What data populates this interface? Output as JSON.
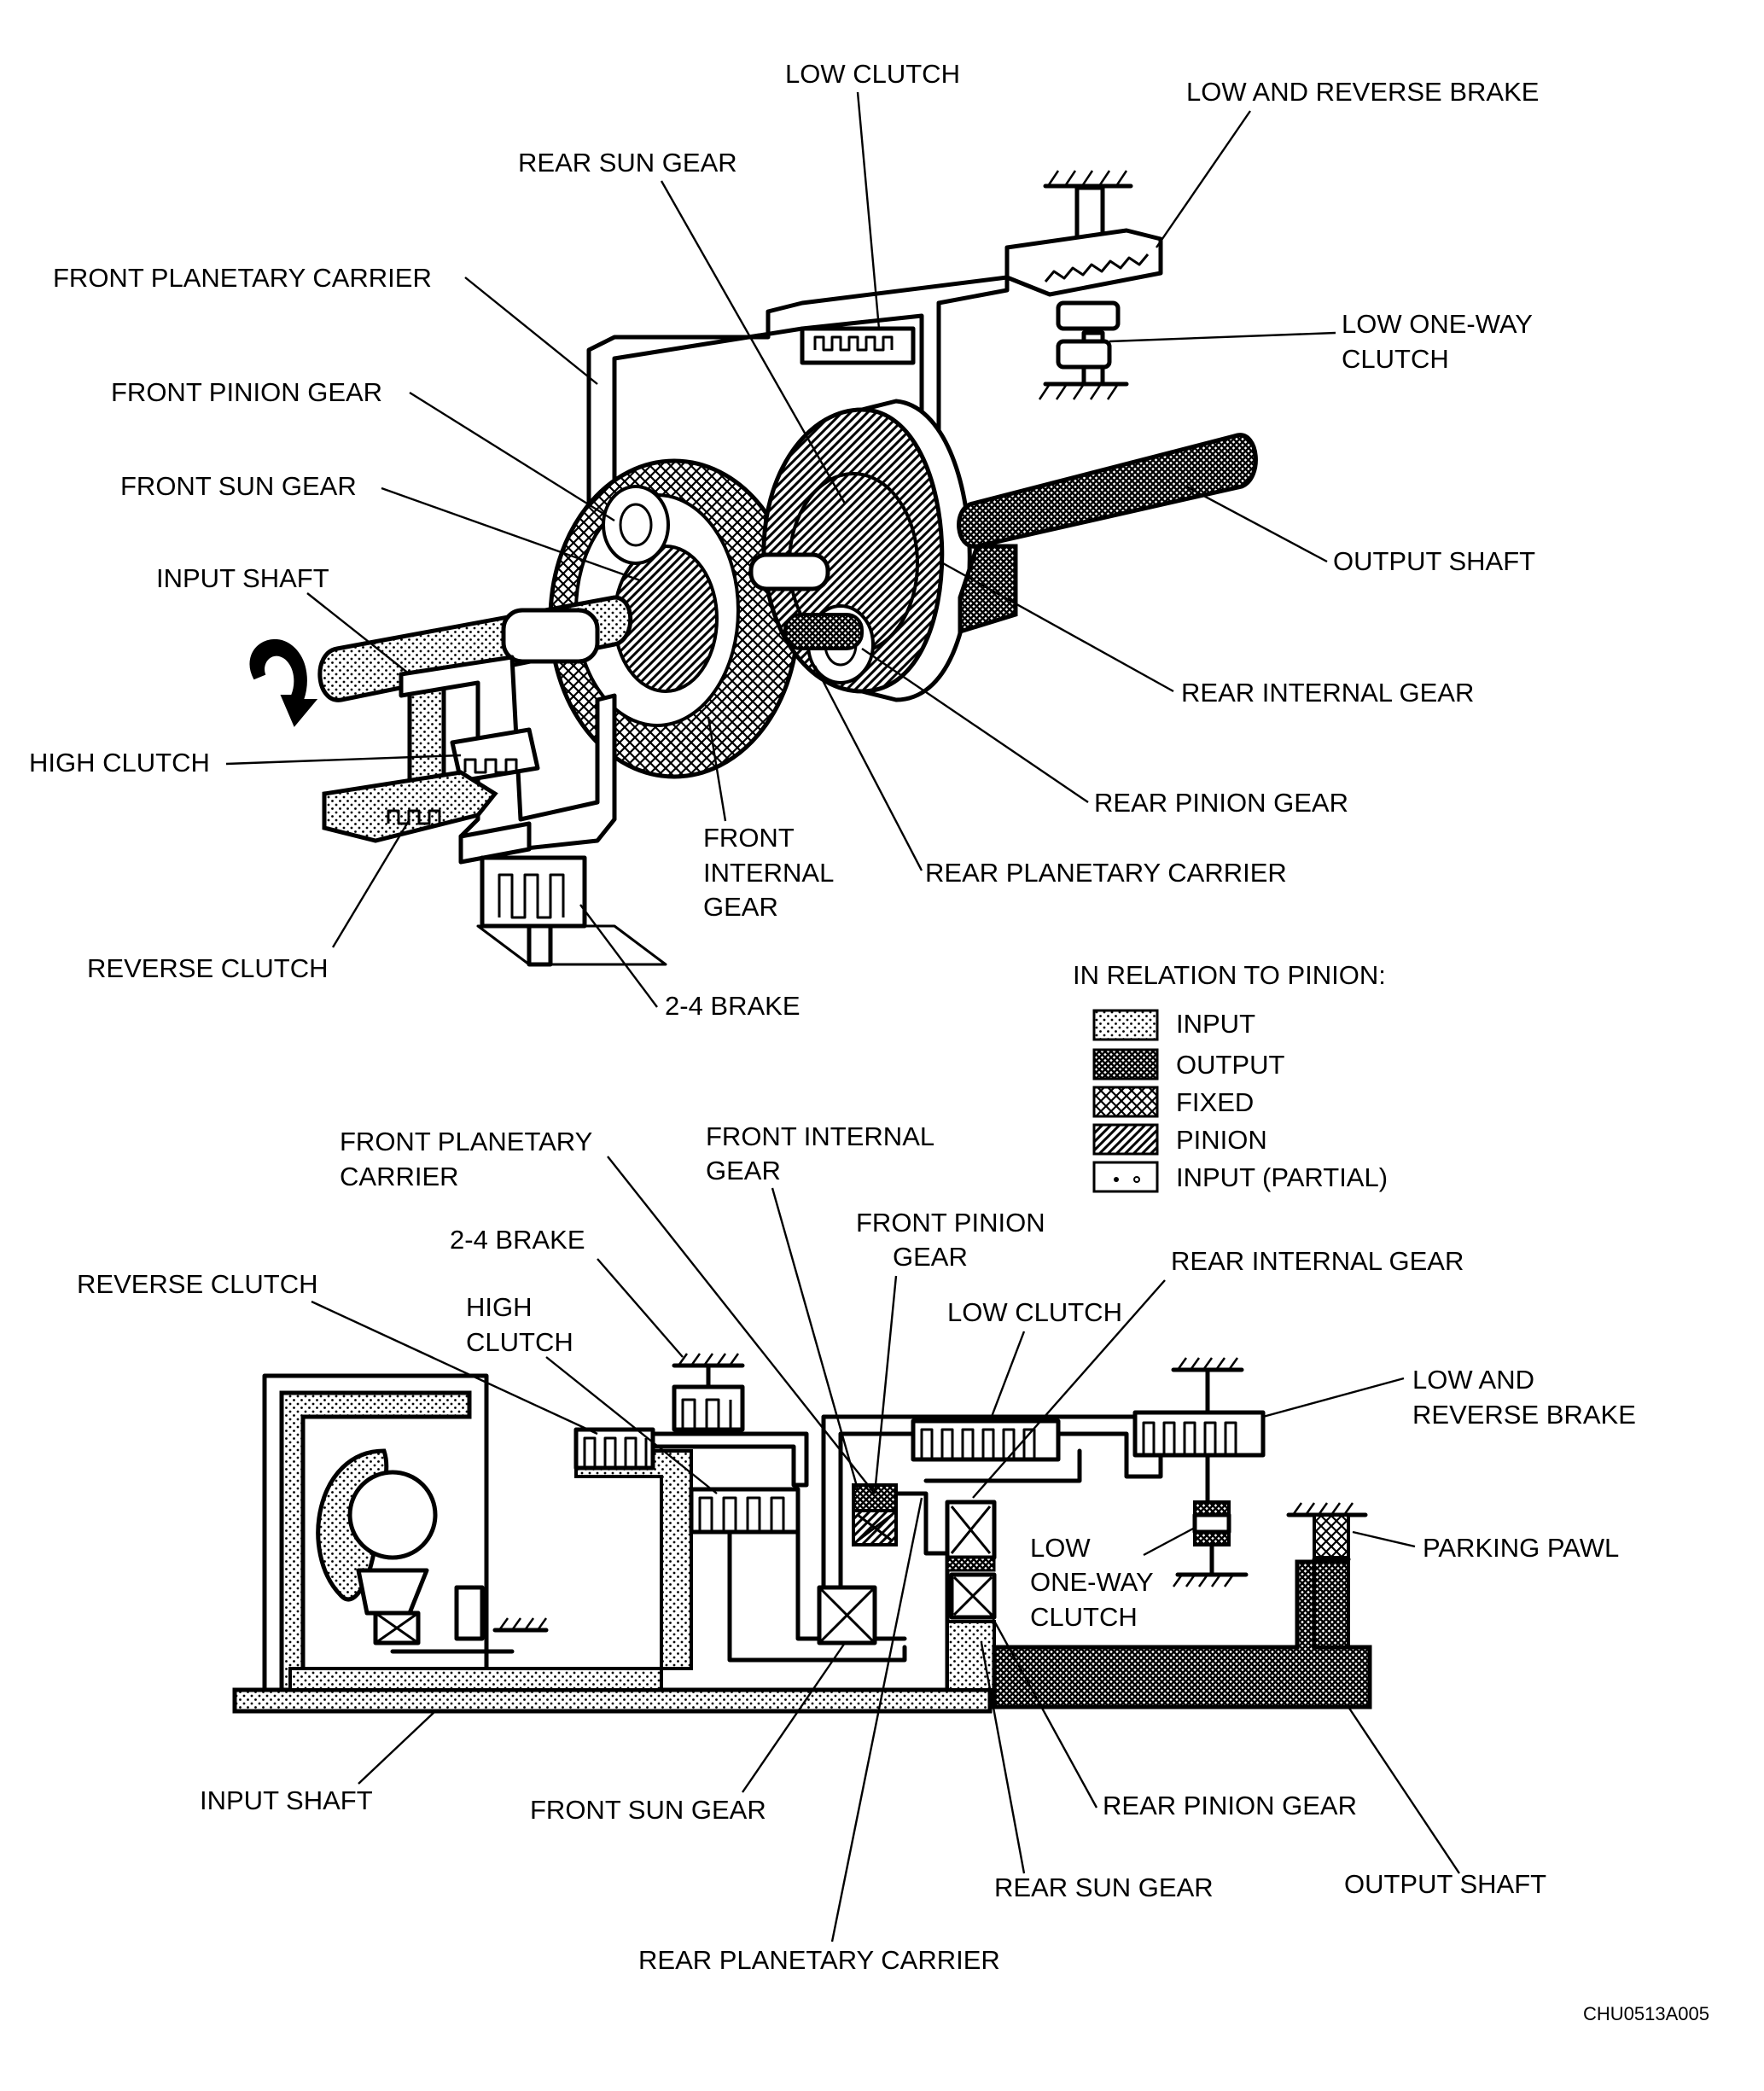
{
  "top_labels": {
    "low_clutch": "LOW CLUTCH",
    "low_and_reverse_brake": "LOW AND REVERSE BRAKE",
    "rear_sun_gear": "REAR SUN GEAR",
    "front_planetary_carrier": "FRONT PLANETARY CARRIER",
    "low_one_way_clutch_1": "LOW ONE-WAY",
    "low_one_way_clutch_2": "CLUTCH",
    "front_pinion_gear": "FRONT PINION GEAR",
    "front_sun_gear": "FRONT SUN GEAR",
    "output_shaft": "OUTPUT SHAFT",
    "input_shaft": "INPUT SHAFT",
    "rear_internal_gear": "REAR INTERNAL GEAR",
    "high_clutch": "HIGH CLUTCH",
    "rear_pinion_gear": "REAR PINION GEAR",
    "front_internal_gear_1": "FRONT",
    "front_internal_gear_2": "INTERNAL",
    "front_internal_gear_3": "GEAR",
    "rear_planetary_carrier": "REAR PLANETARY CARRIER",
    "reverse_clutch": "REVERSE CLUTCH",
    "brake_2_4": "2-4 BRAKE"
  },
  "legend": {
    "title": "IN RELATION TO PINION:",
    "items": [
      {
        "label": "INPUT",
        "pattern": "dots"
      },
      {
        "label": "OUTPUT",
        "pattern": "dense-cross"
      },
      {
        "label": "FIXED",
        "pattern": "cross"
      },
      {
        "label": "PINION",
        "pattern": "diagonal"
      },
      {
        "label": "INPUT (PARTIAL)",
        "pattern": "partial"
      }
    ]
  },
  "bottom_labels": {
    "front_planetary_carrier_1": "FRONT PLANETARY",
    "front_planetary_carrier_2": "CARRIER",
    "front_internal_gear_1": "FRONT INTERNAL",
    "front_internal_gear_2": "GEAR",
    "front_pinion_gear_1": "FRONT PINION",
    "front_pinion_gear_2": "GEAR",
    "brake_2_4": "2-4 BRAKE",
    "rear_internal_gear": "REAR INTERNAL GEAR",
    "reverse_clutch": "REVERSE CLUTCH",
    "low_clutch": "LOW CLUTCH",
    "high_clutch_1": "HIGH",
    "high_clutch_2": "CLUTCH",
    "low_and_reverse_brake_1": "LOW AND",
    "low_and_reverse_brake_2": "REVERSE BRAKE",
    "low_one_way_clutch_1": "LOW",
    "low_one_way_clutch_2": "ONE-WAY",
    "low_one_way_clutch_3": "CLUTCH",
    "parking_pawl": "PARKING PAWL",
    "input_shaft": "INPUT SHAFT",
    "front_sun_gear": "FRONT SUN GEAR",
    "rear_pinion_gear": "REAR PINION GEAR",
    "rear_sun_gear": "REAR SUN GEAR",
    "output_shaft": "OUTPUT SHAFT",
    "rear_planetary_carrier": "REAR PLANETARY CARRIER"
  },
  "figure_code": "CHU0513A005"
}
